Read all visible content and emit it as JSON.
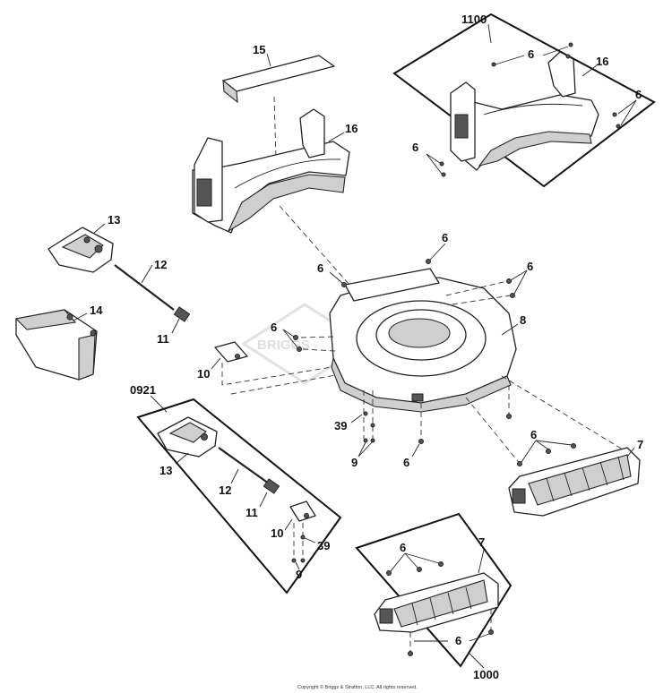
{
  "diagram": {
    "watermark": "BRIGGS",
    "copyright": "Copyright © Briggs & Stratton, LLC. All rights reserved.",
    "kits": {
      "k1100": "1100",
      "k0921": "0921",
      "k1000": "1000"
    },
    "labels": {
      "p15": "15",
      "p16": "16",
      "p1100_6a": "6",
      "p1100_16": "16",
      "p1100_6b": "6",
      "p1100_6c": "6",
      "p13": "13",
      "p12": "12",
      "p14": "14",
      "p11": "11",
      "p10": "10",
      "p6a": "6",
      "p6b": "6",
      "p6c": "6",
      "p6d": "6",
      "p8": "8",
      "p39": "39",
      "p9": "9",
      "p6e": "6",
      "p6f": "6",
      "p7": "7",
      "k0921_13": "13",
      "k0921_12": "12",
      "k0921_11": "11",
      "k0921_10": "10",
      "k0921_39": "39",
      "k0921_9": "9",
      "k1000_6a": "6",
      "k1000_7": "7",
      "k1000_6b": "6"
    }
  }
}
